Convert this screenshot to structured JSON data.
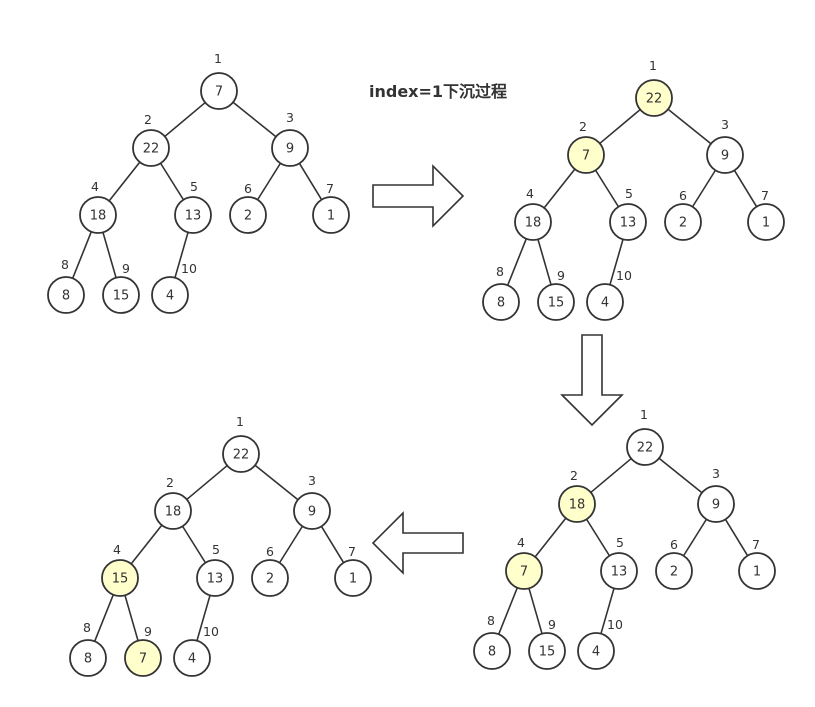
{
  "title": "index=1下沉过程",
  "colors": {
    "highlight": "#ffffcc",
    "node": "#ffffff",
    "stroke": "#333333"
  },
  "trees": [
    {
      "name": "step-1",
      "nodes": [
        {
          "index": "1",
          "value": "7",
          "highlighted": false
        },
        {
          "index": "2",
          "value": "22",
          "highlighted": false
        },
        {
          "index": "3",
          "value": "9",
          "highlighted": false
        },
        {
          "index": "4",
          "value": "18",
          "highlighted": false
        },
        {
          "index": "5",
          "value": "13",
          "highlighted": false
        },
        {
          "index": "6",
          "value": "2",
          "highlighted": false
        },
        {
          "index": "7",
          "value": "1",
          "highlighted": false
        },
        {
          "index": "8",
          "value": "8",
          "highlighted": false
        },
        {
          "index": "9",
          "value": "15",
          "highlighted": false
        },
        {
          "index": "10",
          "value": "4",
          "highlighted": false
        }
      ]
    },
    {
      "name": "step-2",
      "nodes": [
        {
          "index": "1",
          "value": "22",
          "highlighted": true
        },
        {
          "index": "2",
          "value": "7",
          "highlighted": true
        },
        {
          "index": "3",
          "value": "9",
          "highlighted": false
        },
        {
          "index": "4",
          "value": "18",
          "highlighted": false
        },
        {
          "index": "5",
          "value": "13",
          "highlighted": false
        },
        {
          "index": "6",
          "value": "2",
          "highlighted": false
        },
        {
          "index": "7",
          "value": "1",
          "highlighted": false
        },
        {
          "index": "8",
          "value": "8",
          "highlighted": false
        },
        {
          "index": "9",
          "value": "15",
          "highlighted": false
        },
        {
          "index": "10",
          "value": "4",
          "highlighted": false
        }
      ]
    },
    {
      "name": "step-3",
      "nodes": [
        {
          "index": "1",
          "value": "22",
          "highlighted": false
        },
        {
          "index": "2",
          "value": "18",
          "highlighted": true
        },
        {
          "index": "3",
          "value": "9",
          "highlighted": false
        },
        {
          "index": "4",
          "value": "7",
          "highlighted": true
        },
        {
          "index": "5",
          "value": "13",
          "highlighted": false
        },
        {
          "index": "6",
          "value": "2",
          "highlighted": false
        },
        {
          "index": "7",
          "value": "1",
          "highlighted": false
        },
        {
          "index": "8",
          "value": "8",
          "highlighted": false
        },
        {
          "index": "9",
          "value": "15",
          "highlighted": false
        },
        {
          "index": "10",
          "value": "4",
          "highlighted": false
        }
      ]
    },
    {
      "name": "step-4",
      "nodes": [
        {
          "index": "1",
          "value": "22",
          "highlighted": false
        },
        {
          "index": "2",
          "value": "18",
          "highlighted": false
        },
        {
          "index": "3",
          "value": "9",
          "highlighted": false
        },
        {
          "index": "4",
          "value": "15",
          "highlighted": true
        },
        {
          "index": "5",
          "value": "13",
          "highlighted": false
        },
        {
          "index": "6",
          "value": "2",
          "highlighted": false
        },
        {
          "index": "7",
          "value": "1",
          "highlighted": false
        },
        {
          "index": "8",
          "value": "8",
          "highlighted": false
        },
        {
          "index": "9",
          "value": "7",
          "highlighted": true
        },
        {
          "index": "10",
          "value": "4",
          "highlighted": false
        }
      ]
    }
  ]
}
